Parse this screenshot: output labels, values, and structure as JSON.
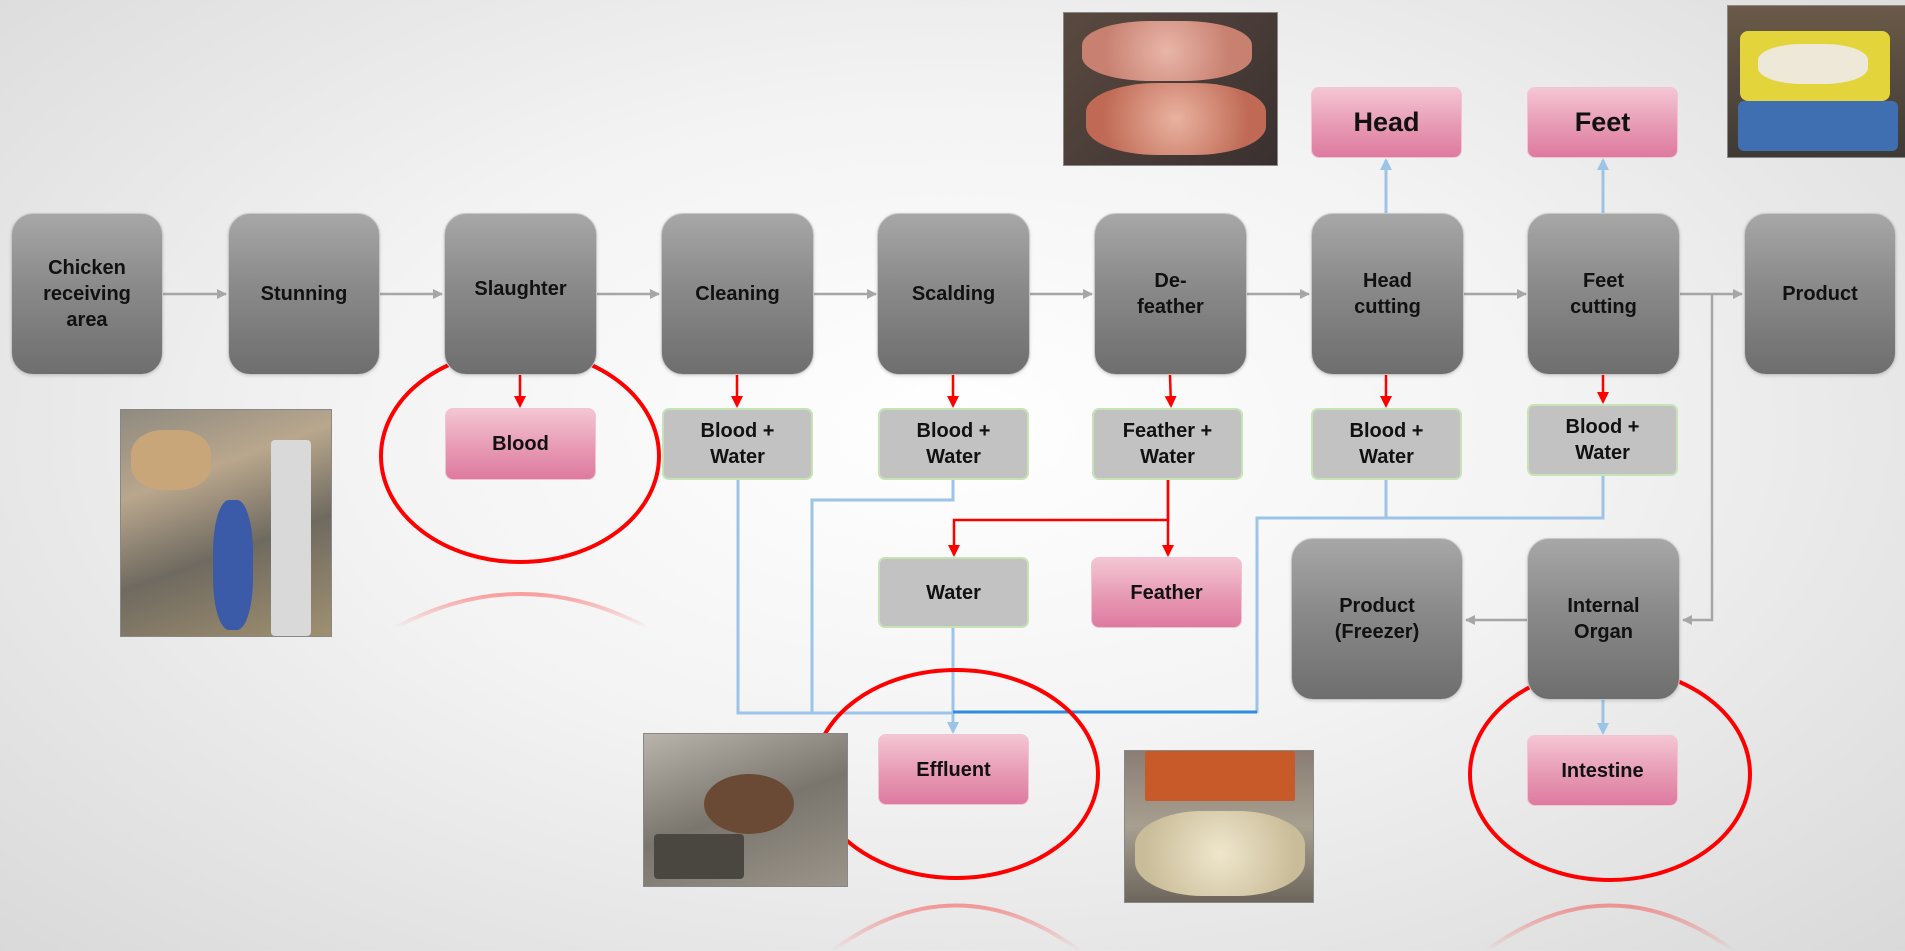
{
  "steps": {
    "receiving": "Chicken\nreceiving\narea",
    "stunning": "Stunning",
    "slaughter": "Slaughter",
    "cleaning": "Cleaning",
    "scalding": "Scalding",
    "defeather": "De-\nfeather",
    "head_cutting": "Head\ncutting",
    "feet_cutting": "Feet\ncutting",
    "product": "Product",
    "internal_organ": "Internal\nOrgan",
    "product_freezer": "Product\n(Freezer)"
  },
  "outputs": {
    "blood": "Blood",
    "cleaning_water": "Blood +\nWater",
    "scalding_water": "Blood +\nWater",
    "feather_water": "Feather +\nWater",
    "head_water": "Blood +\nWater",
    "feet_water": "Blood +\nWater",
    "water": "Water",
    "feather": "Feather",
    "effluent": "Effluent",
    "intestine": "Intestine",
    "head": "Head",
    "feet": "Feet"
  },
  "colors": {
    "gray_arrow": "#a6a6a6",
    "red_arrow": "#ff0000",
    "blue_line": "#9dc3e6",
    "blue_line_dark": "#2e8be0",
    "highlight_circle": "#ff0000"
  }
}
